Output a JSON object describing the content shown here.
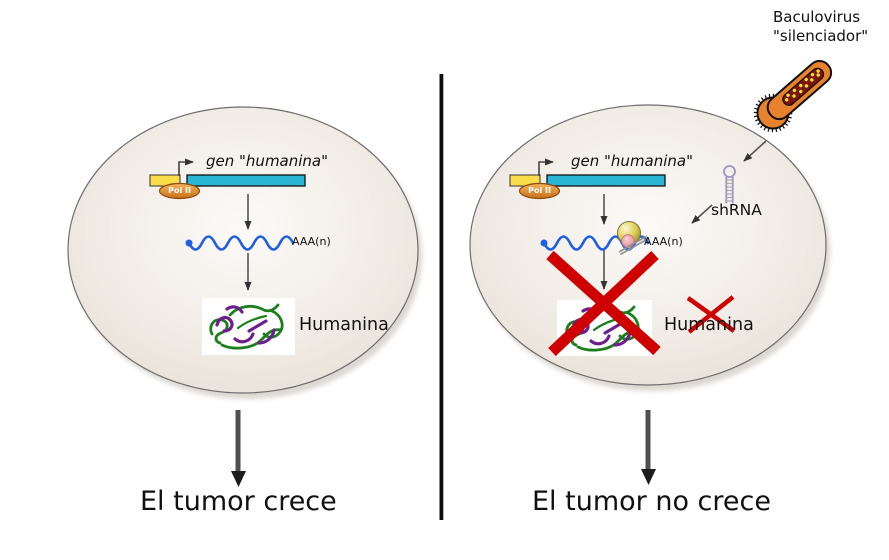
{
  "left_panel": {
    "gene_label": "gen \"humanina\"",
    "polymerase_label": "Pol II",
    "mrna_tail_label": "AAA(n)",
    "protein_label": "Humanina",
    "outcome_label": "El tumor crece"
  },
  "right_panel": {
    "gene_label": "gen \"humanina\"",
    "polymerase_label": "Pol II",
    "mrna_tail_label": "AAA(n)",
    "protein_label": "Humanina",
    "outcome_label": "El tumor no crece",
    "virus_label_line1": "Baculovirus",
    "virus_label_line2": "\"silenciador\"",
    "shrna_label": "shRNA"
  },
  "colors": {
    "gene_promoter_yellow": "#FADC4C",
    "gene_body_teal": "#29B6D4",
    "pol_ii_orange": "#DD8226",
    "mrna_blue": "#1F5FE0",
    "inhibition_red": "#CF0000",
    "virus_orange": "#E8822D",
    "virus_capsid_maroon": "#7B160B",
    "shrna_lilac": "#9C93C6",
    "cell_fill": "#EFE9E2"
  }
}
